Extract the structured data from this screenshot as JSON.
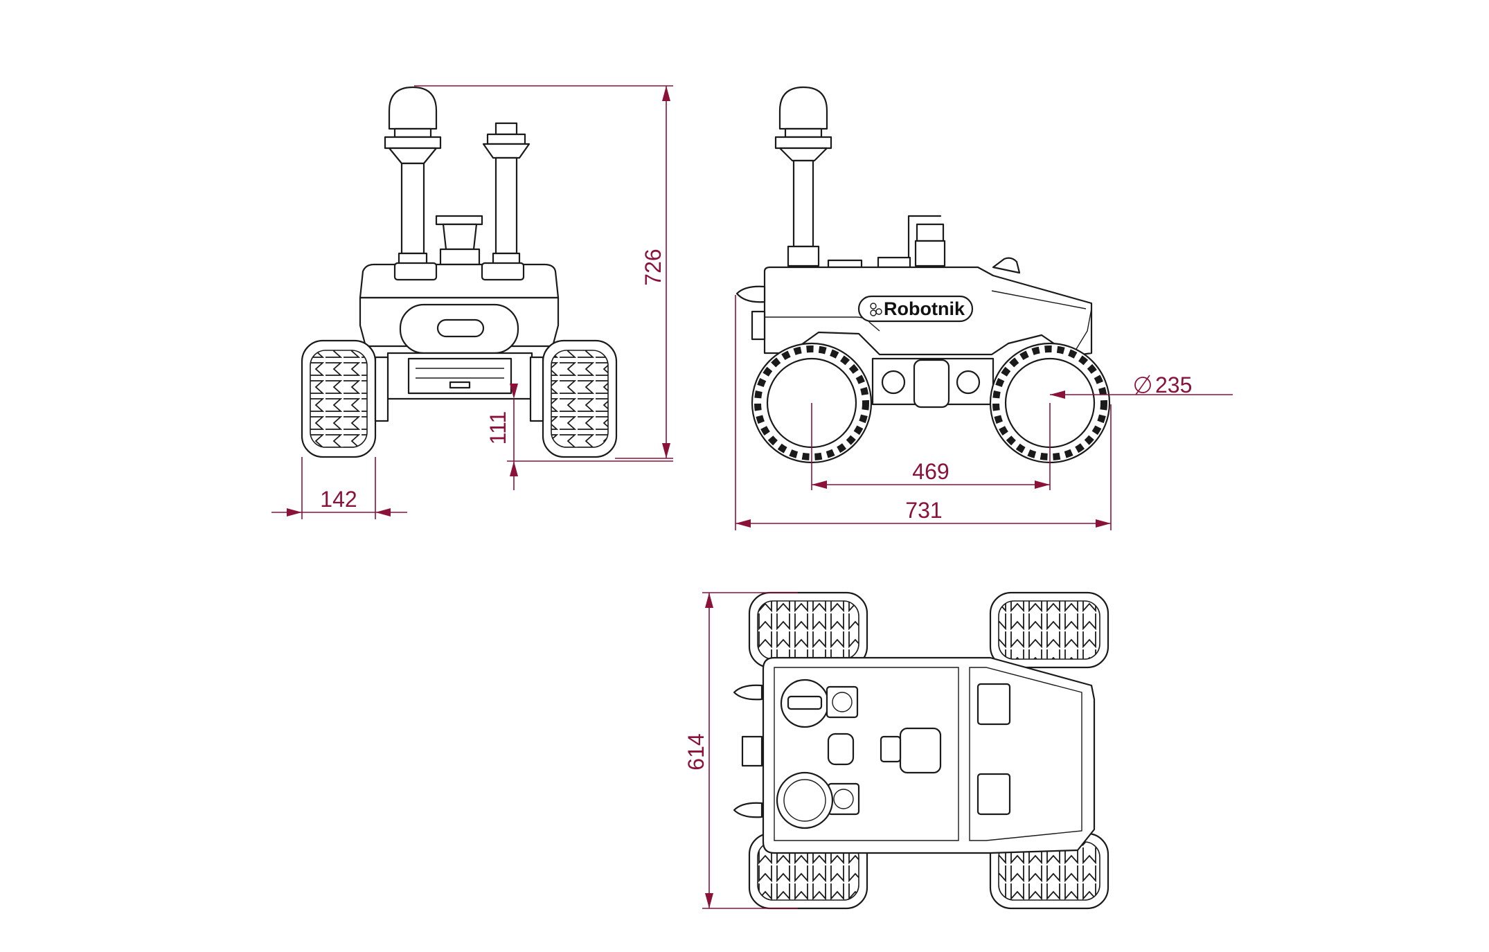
{
  "logo": {
    "text": "Robotnik"
  },
  "dimensions": {
    "height": "726",
    "wheel_width": "142",
    "ground_clearance": "111",
    "wheel_diameter": "235",
    "wheelbase": "469",
    "length": "731",
    "width": "614"
  },
  "colors": {
    "dimension": "#8a1238",
    "line": "#1a1a1a",
    "background": "#ffffff"
  }
}
